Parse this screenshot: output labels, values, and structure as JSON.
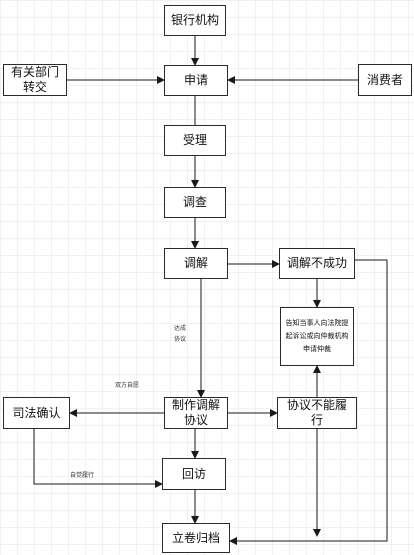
{
  "nodes": {
    "bank": "银行机构",
    "transfer": "有关部门\n转交",
    "apply": "申请",
    "consumer": "消费者",
    "accept": "受理",
    "investigate": "调查",
    "mediate": "调解",
    "mediate_fail": "调解不成功",
    "inform": "告知当事人向法院提起诉讼或向仲裁机构申请仲裁",
    "agreement": "制作调解\n协议",
    "judicial": "司法确认",
    "cannot_perform": "协议不能履\n行",
    "revisit": "回访",
    "archive": "立卷归档"
  },
  "edge_labels": {
    "reach_agreement": "达成\n协议",
    "both_agree": "双方自愿",
    "perform": "自觉履行"
  }
}
